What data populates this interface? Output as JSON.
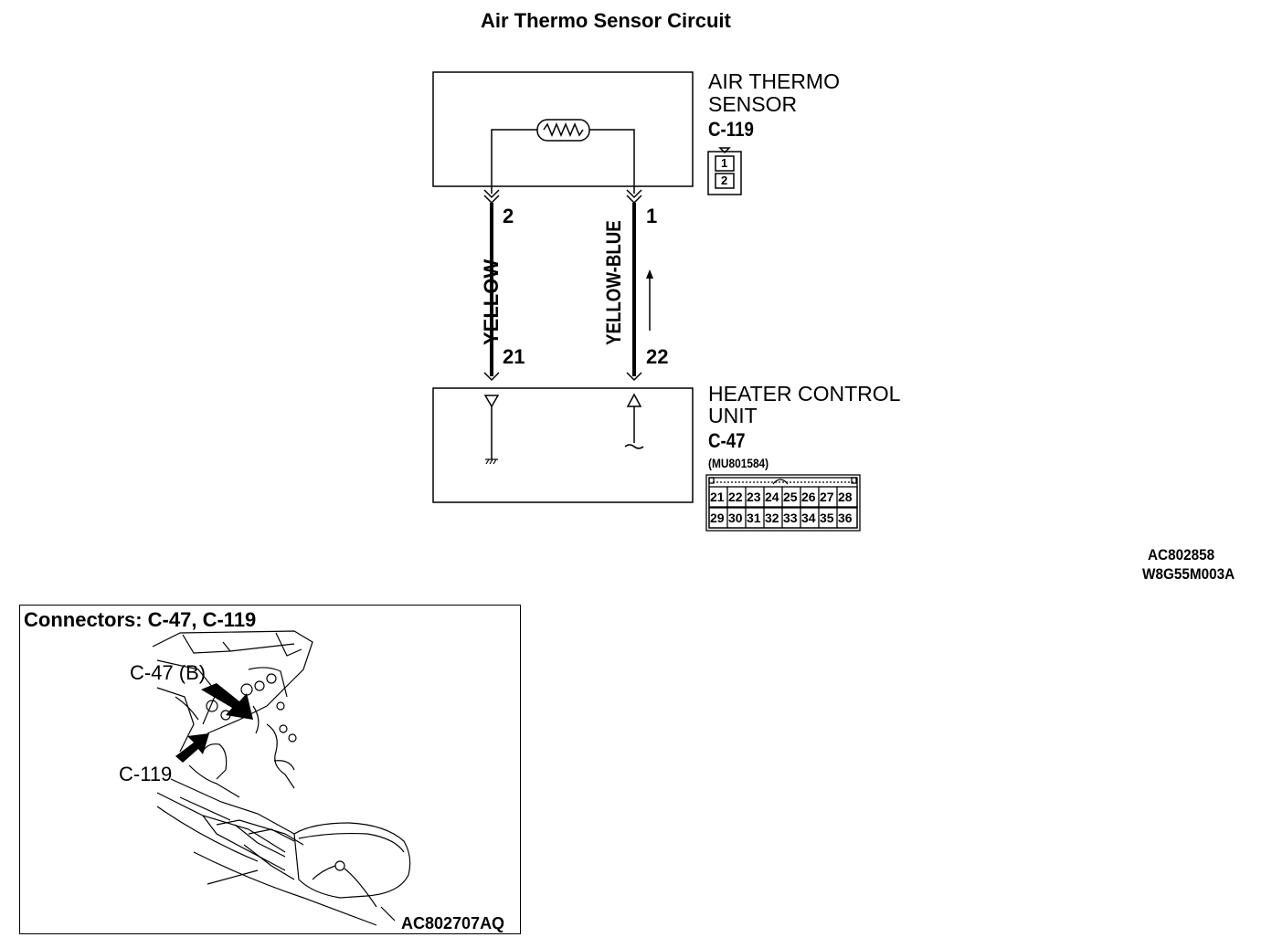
{
  "title": "Air Thermo Sensor Circuit",
  "sensor": {
    "name_line1": "AIR THERMO",
    "name_line2": "SENSOR",
    "connector": "C-119",
    "pins": [
      "1",
      "2"
    ]
  },
  "hcu": {
    "name_line1": "HEATER CONTROL",
    "name_line2": "UNIT",
    "connector": "C-47",
    "part_number": "(MU801584)",
    "pins_row1": [
      "21",
      "22",
      "23",
      "24",
      "25",
      "26",
      "27",
      "28"
    ],
    "pins_row2": [
      "29",
      "30",
      "31",
      "32",
      "33",
      "34",
      "35",
      "36"
    ]
  },
  "wires": {
    "left": {
      "color": "YELLOW",
      "top_pin": "2",
      "bottom_pin": "21"
    },
    "right": {
      "color": "YELLOW-BLUE",
      "top_pin": "1",
      "bottom_pin": "22"
    }
  },
  "codes": {
    "line1": "AC802858",
    "line2": "W8G55M003A"
  },
  "inset": {
    "title": "Connectors: C-47, C-119",
    "label_c47": "C-47 (B)",
    "label_c119": "C-119",
    "code": "AC802707AQ"
  }
}
